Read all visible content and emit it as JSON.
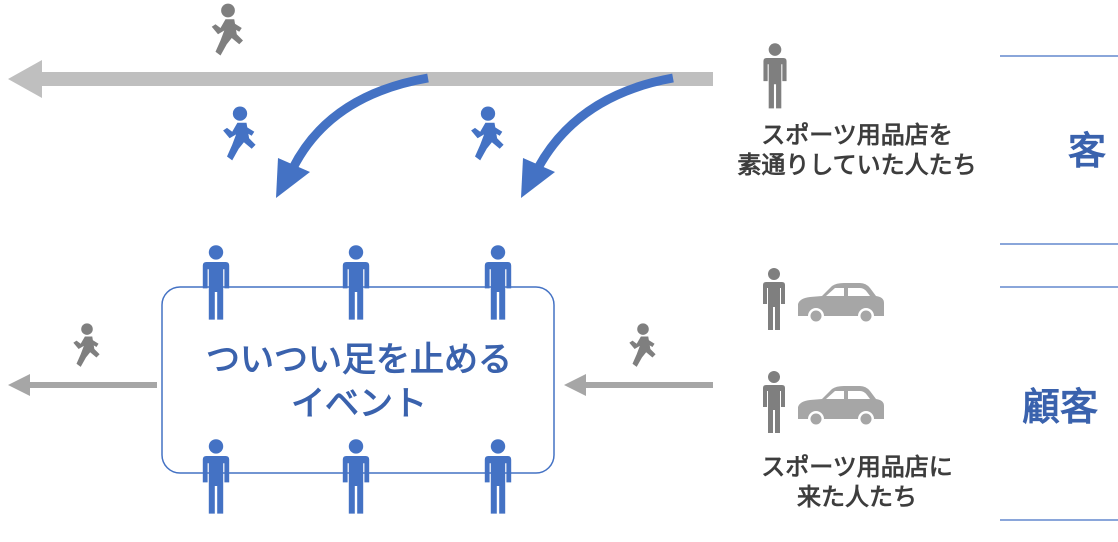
{
  "colors": {
    "accent_blue": "#4472c4",
    "text_blue": "#3a62ad",
    "arrow_gray": "#bfbfbf",
    "figure_gray": "#7f7f7f",
    "text_dark": "#3d3d3d"
  },
  "icons": {
    "walker": "running-person-icon",
    "stander": "standing-person-icon",
    "car": "car-icon"
  },
  "labels": {
    "street_people": {
      "line1": "スポーツ用品店を",
      "line2": "素通りしていた人たち"
    },
    "store_visitors": {
      "line1": "スポーツ用品店に",
      "line2": "来た人たち"
    },
    "event": {
      "line1": "ついつい足を止める",
      "line2": "イベント"
    },
    "category_top": "客",
    "category_bottom": "顧客"
  }
}
